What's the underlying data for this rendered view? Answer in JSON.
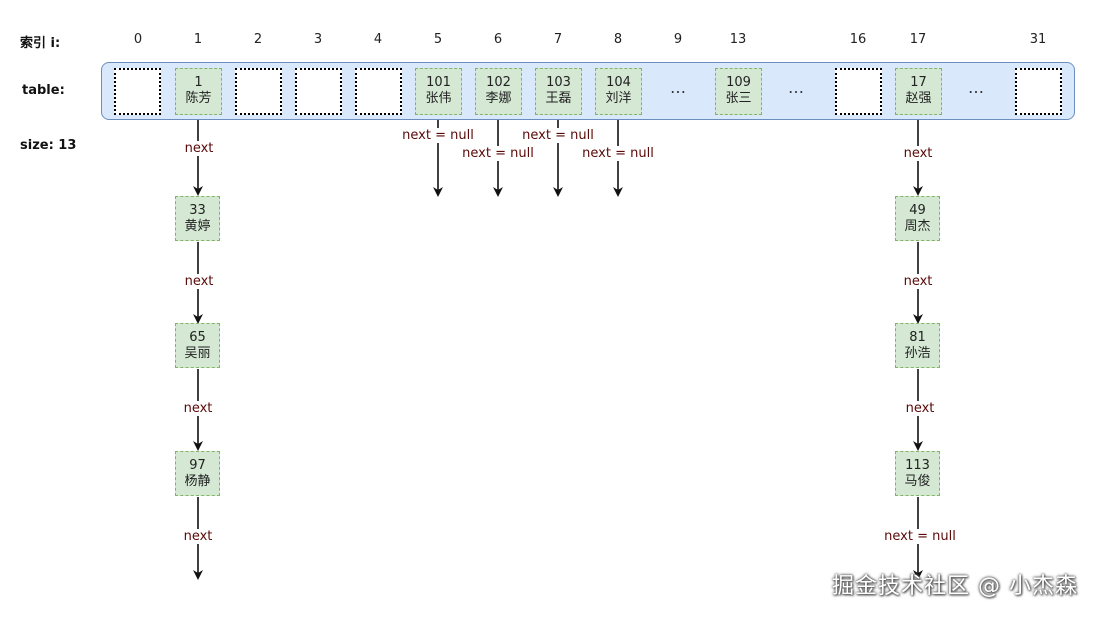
{
  "labels": {
    "index": "索引 i:",
    "table": "table:",
    "size": "size: 13"
  },
  "indices": [
    "0",
    "1",
    "2",
    "3",
    "4",
    "5",
    "6",
    "7",
    "8",
    "9",
    "13",
    "16",
    "17",
    "31"
  ],
  "slots": {
    "s1": {
      "num": "1",
      "name": "陈芳"
    },
    "s5": {
      "num": "101",
      "name": "张伟"
    },
    "s6": {
      "num": "102",
      "name": "李娜"
    },
    "s7": {
      "num": "103",
      "name": "王磊"
    },
    "s8": {
      "num": "104",
      "name": "刘洋"
    },
    "s13": {
      "num": "109",
      "name": "张三"
    },
    "s17": {
      "num": "17",
      "name": "赵强"
    }
  },
  "ellipsis": "…",
  "chain_left": [
    {
      "num": "33",
      "name": "黄婷"
    },
    {
      "num": "65",
      "name": "吴丽"
    },
    {
      "num": "97",
      "name": "杨静"
    }
  ],
  "chain_right": [
    {
      "num": "49",
      "name": "周杰"
    },
    {
      "num": "81",
      "name": "孙浩"
    },
    {
      "num": "113",
      "name": "马俊"
    }
  ],
  "edge_labels": {
    "next": "next",
    "next_null": "next = null"
  },
  "watermark": "掘金技术社区 @ 小杰森"
}
